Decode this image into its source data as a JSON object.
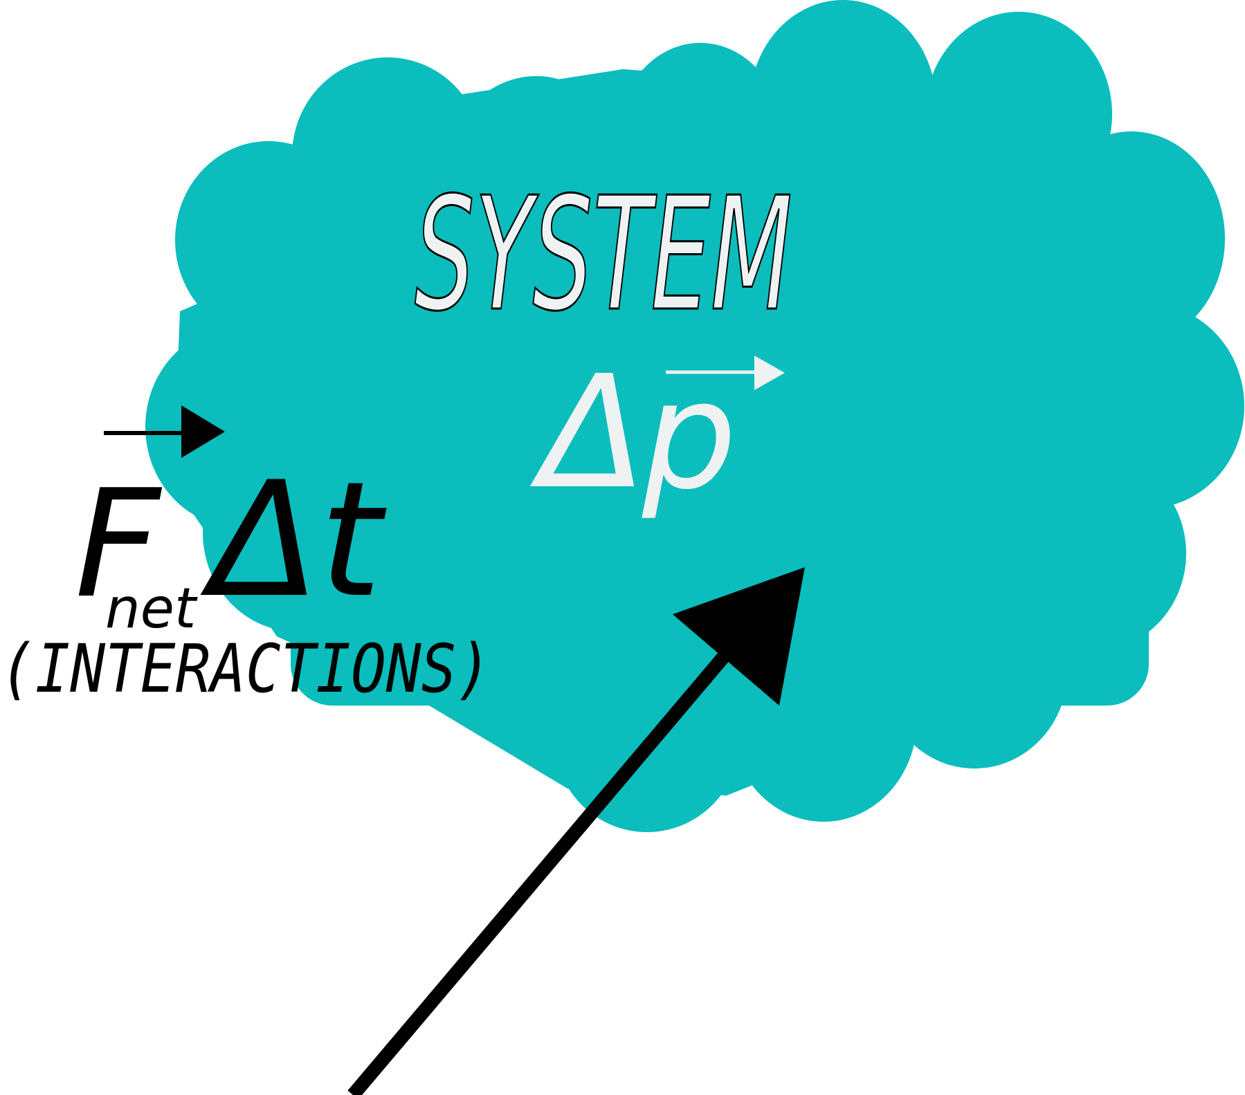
{
  "system": {
    "label": "SYSTEM",
    "delta_symbol": "Δ",
    "momentum_symbol": "p",
    "fill_color": "#0bbdbc",
    "text_color": "#eef2f2"
  },
  "impulse": {
    "force_symbol": "F",
    "subscript": "net",
    "delta_t": "Δt",
    "caption": "(INTERACTIONS)"
  },
  "colors": {
    "arrow": "#000000",
    "background": "#ffffff"
  }
}
